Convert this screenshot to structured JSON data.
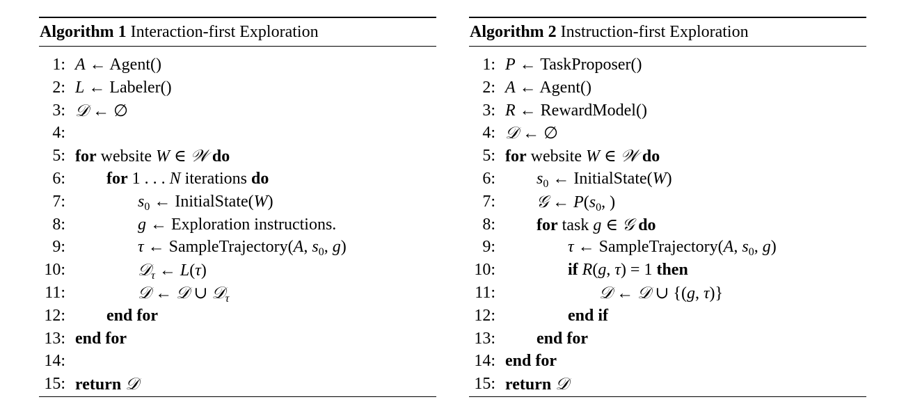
{
  "algorithms": [
    {
      "label": "Algorithm 1",
      "title": "Interaction-first Exploration",
      "lines": [
        {
          "num": "1:",
          "indent": 0,
          "html": "<span class=\"m\">A</span> ← Agent()"
        },
        {
          "num": "2:",
          "indent": 0,
          "html": "<span class=\"m\">L</span> ← Labeler()"
        },
        {
          "num": "3:",
          "indent": 0,
          "html": "<span class=\"cal\">𝒟</span> ← ∅"
        },
        {
          "num": "4:",
          "indent": 0,
          "html": ""
        },
        {
          "num": "5:",
          "indent": 0,
          "html": "<span class=\"kw\">for</span> website <span class=\"m\">W</span> ∈ <span class=\"cal\">𝒲</span> <span class=\"kw\">do</span>"
        },
        {
          "num": "6:",
          "indent": 1,
          "html": "<span class=\"kw\">for</span> 1 . . . <span class=\"m\">N</span> iterations <span class=\"kw\">do</span>"
        },
        {
          "num": "7:",
          "indent": 2,
          "html": "<span class=\"m\">s</span><sub>0</sub> ← InitialState(<span class=\"m\">W</span>)"
        },
        {
          "num": "8:",
          "indent": 2,
          "html": "<span class=\"m\">g</span> ← Exploration instructions."
        },
        {
          "num": "9:",
          "indent": 2,
          "html": "<span class=\"m\">τ</span> ← SampleTrajectory(<span class=\"m\">A</span>, <span class=\"m\">s</span><sub>0</sub>, <span class=\"m\">g</span>)"
        },
        {
          "num": "10:",
          "indent": 2,
          "html": "<span class=\"cal\">𝒟</span><sub class=\"m\">τ</sub> ← <span class=\"m\">L</span>(<span class=\"m\">τ</span>)"
        },
        {
          "num": "11:",
          "indent": 2,
          "html": "<span class=\"cal\">𝒟</span> ← <span class=\"cal\">𝒟</span> ∪ <span class=\"cal\">𝒟</span><sub class=\"m\">τ</sub>"
        },
        {
          "num": "12:",
          "indent": 1,
          "html": "<span class=\"kw\">end for</span>"
        },
        {
          "num": "13:",
          "indent": 0,
          "html": "<span class=\"kw\">end for</span>"
        },
        {
          "num": "14:",
          "indent": 0,
          "html": ""
        },
        {
          "num": "15:",
          "indent": 0,
          "html": "<span class=\"kw\">return</span> <span class=\"cal\">𝒟</span>"
        }
      ]
    },
    {
      "label": "Algorithm 2",
      "title": "Instruction-first Exploration",
      "lines": [
        {
          "num": "1:",
          "indent": 0,
          "html": "<span class=\"m\">P</span> ← TaskProposer()"
        },
        {
          "num": "2:",
          "indent": 0,
          "html": "<span class=\"m\">A</span> ← Agent()"
        },
        {
          "num": "3:",
          "indent": 0,
          "html": "<span class=\"m\">R</span> ← RewardModel()"
        },
        {
          "num": "4:",
          "indent": 0,
          "html": "<span class=\"cal\">𝒟</span> ← ∅"
        },
        {
          "num": "5:",
          "indent": 0,
          "html": "<span class=\"kw\">for</span> website <span class=\"m\">W</span> ∈ <span class=\"cal\">𝒲</span> <span class=\"kw\">do</span>"
        },
        {
          "num": "6:",
          "indent": 1,
          "html": "<span class=\"m\">s</span><sub>0</sub> ← InitialState(<span class=\"m\">W</span>)"
        },
        {
          "num": "7:",
          "indent": 1,
          "html": "<span class=\"cal\">𝒢</span> ← <span class=\"m\">P</span>(<span class=\"m\">s</span><sub>0</sub>, )"
        },
        {
          "num": "8:",
          "indent": 1,
          "html": "<span class=\"kw\">for</span> task <span class=\"m\">g</span> ∈ <span class=\"cal\">𝒢</span> <span class=\"kw\">do</span>"
        },
        {
          "num": "9:",
          "indent": 2,
          "html": "<span class=\"m\">τ</span> ← SampleTrajectory(<span class=\"m\">A</span>, <span class=\"m\">s</span><sub>0</sub>, <span class=\"m\">g</span>)"
        },
        {
          "num": "10:",
          "indent": 2,
          "html": "<span class=\"kw\">if</span> <span class=\"m\">R</span>(<span class=\"m\">g</span>, <span class=\"m\">τ</span>) = 1 <span class=\"kw\">then</span>"
        },
        {
          "num": "11:",
          "indent": 3,
          "html": "<span class=\"cal\">𝒟</span> ← <span class=\"cal\">𝒟</span> ∪ {(<span class=\"m\">g</span>, <span class=\"m\">τ</span>)}"
        },
        {
          "num": "12:",
          "indent": 2,
          "html": "<span class=\"kw\">end if</span>"
        },
        {
          "num": "13:",
          "indent": 1,
          "html": "<span class=\"kw\">end for</span>"
        },
        {
          "num": "14:",
          "indent": 0,
          "html": "<span class=\"kw\">end for</span>"
        },
        {
          "num": "15:",
          "indent": 0,
          "html": "<span class=\"kw\">return</span> <span class=\"cal\">𝒟</span>"
        }
      ]
    }
  ]
}
